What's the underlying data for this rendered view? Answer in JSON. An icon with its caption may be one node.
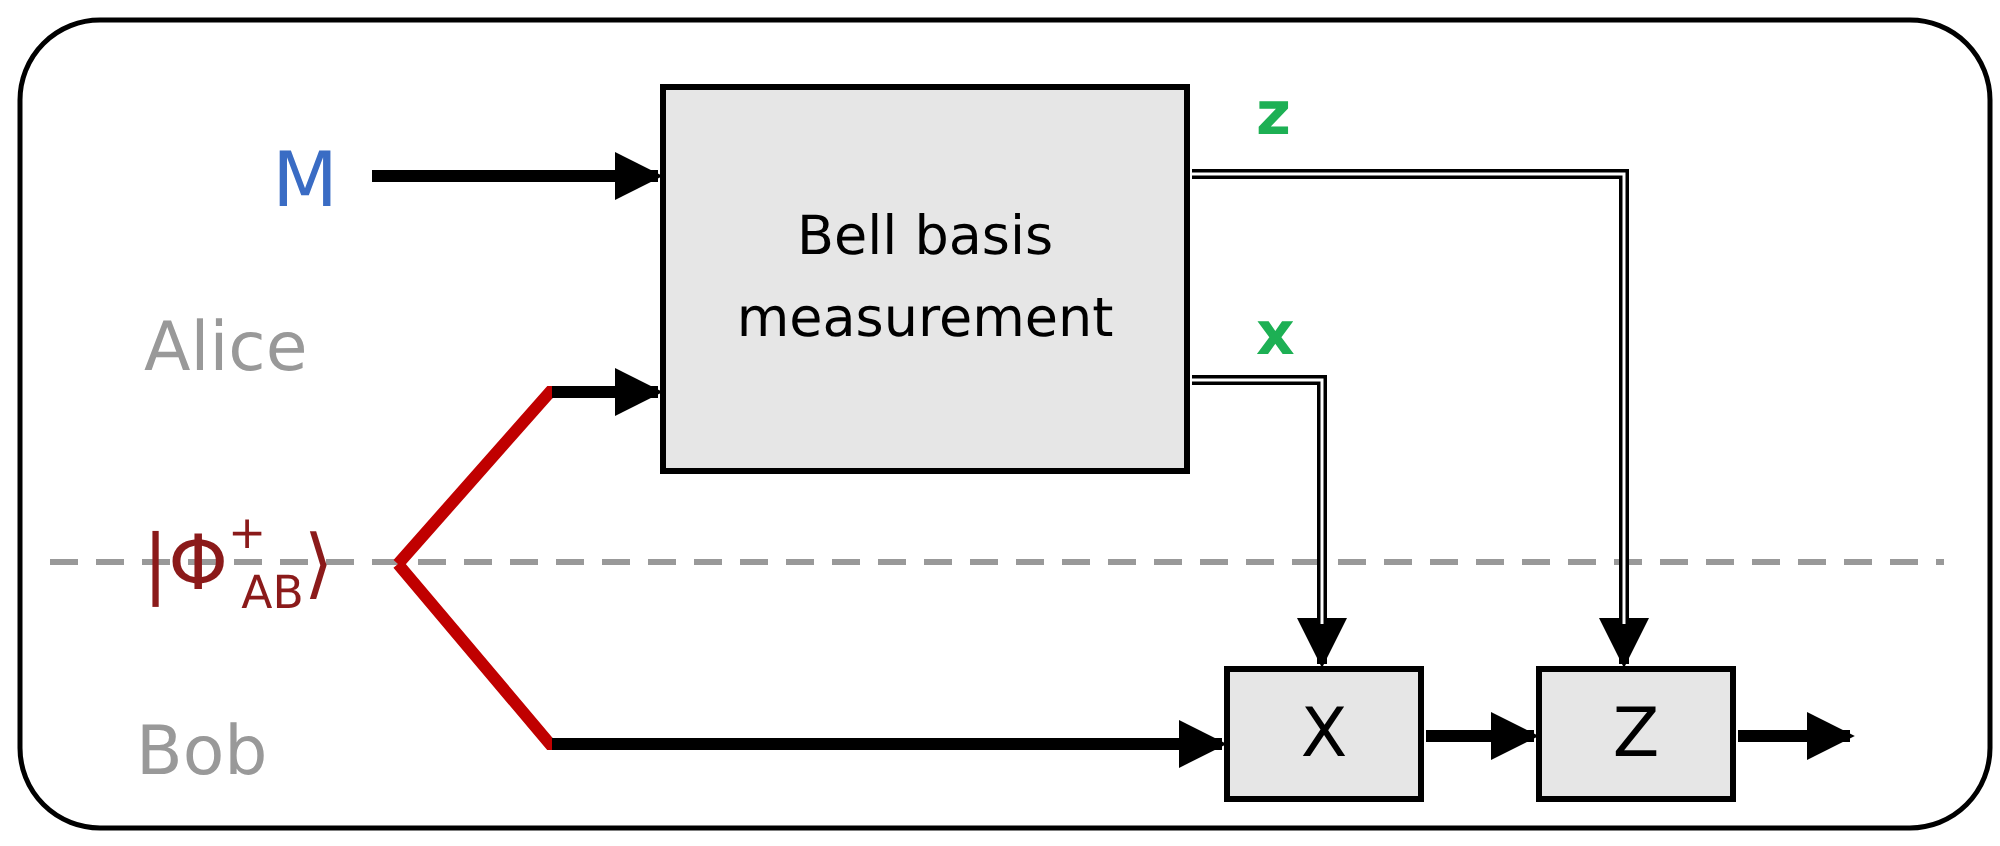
{
  "diagram": {
    "nodes": [
      {
        "text": [
          "M"
        ]
      },
      {
        "text": [
          "Bell basis measurement"
        ]
      },
      {
        "text": [
          "|Φ$^{+}$$_{AB}$⟩"
        ]
      },
      {
        "text": [
          "X"
        ]
      },
      {
        "text": [
          "Z"
        ]
      }
    ],
    "edges": [
      {
        "from": 0,
        "to": 1,
        "arrow": "to"
      },
      {
        "from": 2,
        "to": 1,
        "arrow": "to"
      },
      {
        "from": 2,
        "to": 3,
        "arrow": "to"
      },
      {
        "from": 1,
        "to": 3,
        "arrow": "to",
        "label": "x"
      },
      {
        "from": 1,
        "to": 4,
        "arrow": "to",
        "label": "z"
      },
      {
        "from": 3,
        "to": 4,
        "arrow": "to"
      },
      {
        "from": 4,
        "to": null,
        "arrow": "to"
      }
    ],
    "labels": [
      "Alice",
      "Bob"
    ]
  }
}
